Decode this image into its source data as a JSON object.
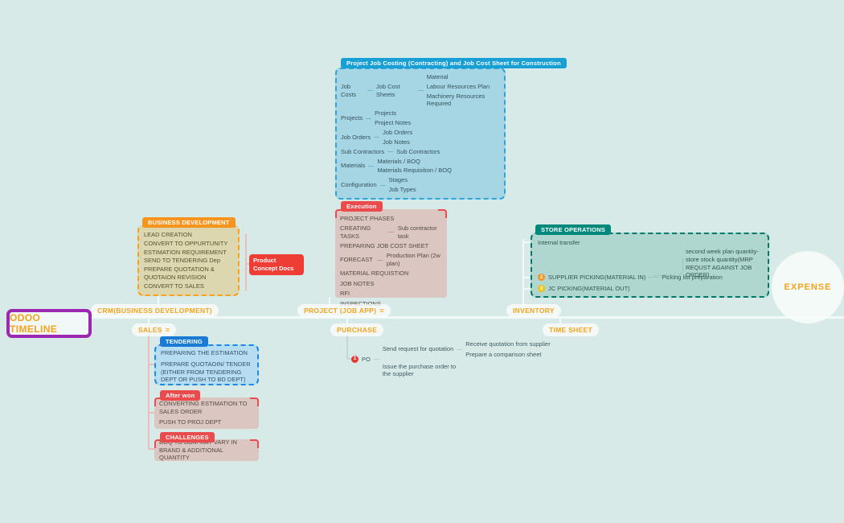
{
  "root_label": "ODOO TIMELINE",
  "icons": {
    "collapsed_items": "≡"
  },
  "branch_labels": {
    "crm": "CRM(BUSINESS DEVELOPMENT)",
    "sales": "SALES",
    "project": "PROJECT (JOB APP)",
    "purchase": "PURCHASE",
    "inventory": "INVENTORY",
    "time_sheet": "TIME SHEET",
    "expense": "EXPENSE"
  },
  "business_development": {
    "title": "BUSINESS DEVELOPMENT",
    "items": [
      "LEAD CREATION",
      "CONVERT TO OPPURTUNITY",
      "ESTIMATION REQUIREMENT SEND TO TENDERING Dep",
      "PREPARE QUOTATION & QUOTAION REVISION",
      "CONVERT TO SALES"
    ],
    "attachment": "Product Concept Docs"
  },
  "project_costing": {
    "title": "Project Job Costing (Contracting) and Job Cost Sheet for Construction",
    "groups": [
      {
        "parent": "Job Costs",
        "mid": "Job Cost Sheets",
        "leaves": [
          "Material",
          "Labour Resources Plan",
          "Machinery Resources Required"
        ]
      },
      {
        "parent": "Projects",
        "leaves": [
          "Projects",
          "Project Notes"
        ]
      },
      {
        "parent": "Job Orders",
        "leaves": [
          "Job Orders",
          "Job Notes"
        ]
      },
      {
        "parent": "Sub Contractors",
        "leaves": [
          "Sub Contractors"
        ]
      },
      {
        "parent": "Materials",
        "leaves": [
          "Materials / BOQ",
          "Materials Requisition / BOQ"
        ]
      },
      {
        "parent": "Configuration",
        "leaves": [
          "Stages",
          "Job Types"
        ]
      }
    ]
  },
  "execution": {
    "title": "Execution",
    "rows": [
      {
        "label": "PROJECT PHASES"
      },
      {
        "label": "CREATING TASKS",
        "child": "Sub contractor task"
      },
      {
        "label": "PREPARING JOB COST SHEET"
      },
      {
        "label": "FORECAST",
        "child": "Production Plan (2w plan)"
      },
      {
        "label": "MATERIAL REQUISTION"
      },
      {
        "label": "JOB NOTES"
      },
      {
        "label": "RFI"
      },
      {
        "label": "INSPECTIONS"
      }
    ]
  },
  "tendering": {
    "title": "TENDERING",
    "items": [
      "PREPARING THE ESTIMATION",
      "PREPARE QUOTAOIN/ TENDER (EITHER FROM TENDERING DEPT OR PUSH TO BD DEPT)"
    ]
  },
  "after_won": {
    "title": "After won",
    "items": [
      "CONVERTING ESTIMATION TO SALES ORDER",
      "PUSH TO PROJ DEPT"
    ]
  },
  "challenges": {
    "title": "CHALLENGES",
    "items": [
      "BOQ TO BOM MAY VARY IN BRAND & ADDITIONAL QUANTITY"
    ]
  },
  "purchase_tree": {
    "badge": "1",
    "root": "PO",
    "rfq": {
      "label": "Send request for quotation",
      "children": [
        "Receive quotation from supplier",
        "Prepare a comparison sheet"
      ]
    },
    "issue": "Issue the purchase order to the supplier"
  },
  "store_operations": {
    "title": "STORE OPERATIONS",
    "internal_transfer": "Internal transfer",
    "note": "second week plan quantity-store stock quantity(MRP REQUST AGAINST JOB ORDER)",
    "supplier_picking": {
      "badge": "2",
      "label": "SUPPLIER PICKING(MATERIAL IN)",
      "child": "Picking list preparation"
    },
    "jc_picking": {
      "badge": "3",
      "label": "JC PICKING(MATERIAL OUT)"
    }
  },
  "colors": {
    "background": "#D7EAE7",
    "accent_orange": "#F5A31A",
    "root_border_purple": "#9C27B0",
    "red": "#EA4B4C",
    "project_blue": "#189FD6",
    "tender_blue": "#1A7BD4",
    "bd_orange": "#F7941E",
    "store_teal": "#00897B"
  }
}
